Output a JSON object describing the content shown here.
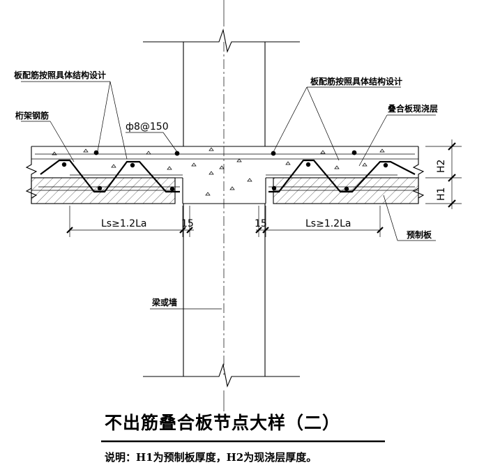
{
  "labels": {
    "top_left": "板配筋按照具体结构设计",
    "top_right": "板配筋按照具体结构设计",
    "truss": "桁架钢筋",
    "stirrup": "ф8@150",
    "topping": "叠合板现浇层",
    "precast": "预制板",
    "wall": "梁或墙"
  },
  "dimensions": {
    "ls_left": "Ls≥1.2La",
    "ls_right": "Ls≥1.2La",
    "gap_left": "15",
    "gap_right": "15",
    "h1": "H1",
    "h2": "H2"
  },
  "title": "不出筋叠合板节点大样（二）",
  "note": "说明：H1为预制板厚度，H2为现浇层厚度。"
}
